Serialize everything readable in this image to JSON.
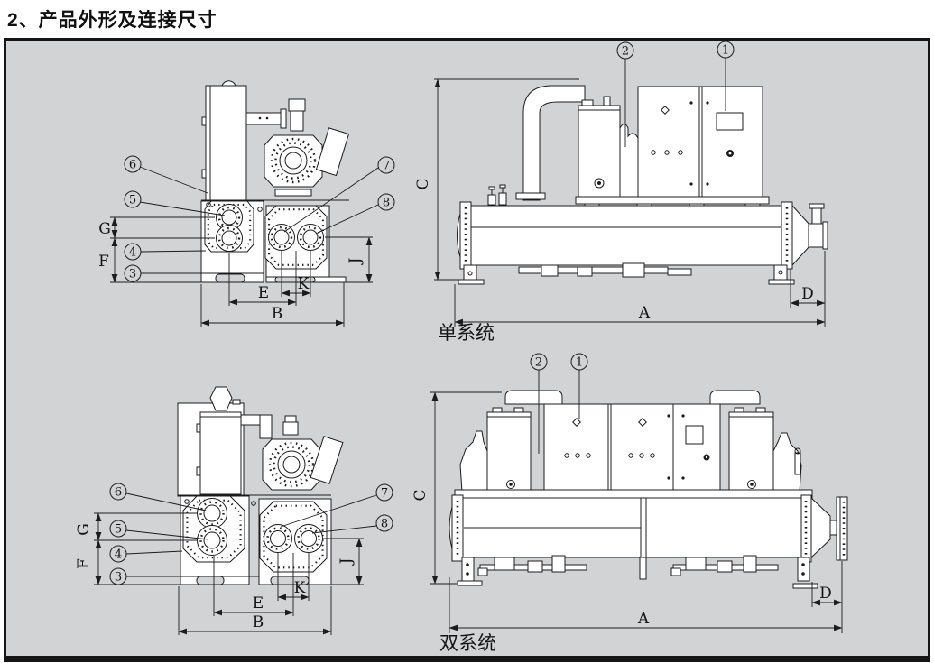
{
  "page": {
    "title": "2、产品外形及连接尺寸"
  },
  "colors": {
    "paper": "#ffffff",
    "panel_bg": "#d1d3d4",
    "line": "#1c1c1e",
    "text": "#141414"
  },
  "captions": {
    "single": "单系统",
    "dual": "双系统"
  },
  "dims": {
    "A": "A",
    "B": "B",
    "C": "C",
    "D": "D",
    "E": "E",
    "F": "F",
    "G": "G",
    "J": "J",
    "K": "K"
  },
  "callouts": {
    "c1": "1",
    "c2": "2",
    "c3": "3",
    "c4": "4",
    "c5": "5",
    "c6": "6",
    "c7": "7",
    "c8": "8"
  }
}
